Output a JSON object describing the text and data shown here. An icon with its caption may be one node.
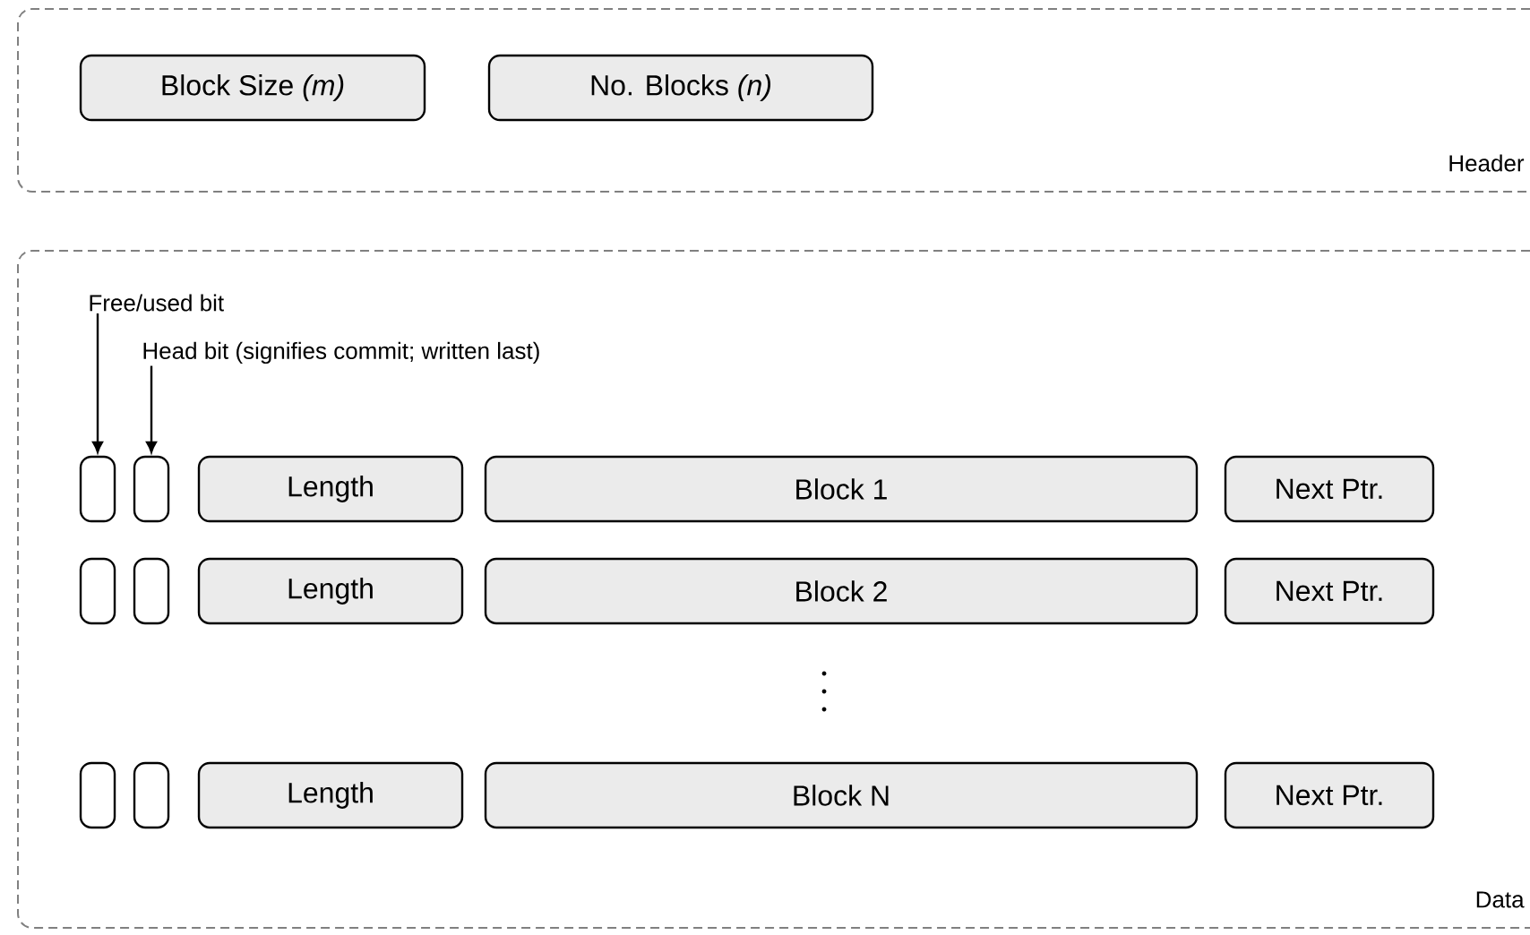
{
  "diagram": {
    "nodes": [
      {
        "text": [
          "Header"
        ]
      },
      {
        "text": [
          "Block Size *(m)*"
        ],
        "in": 0
      },
      {
        "text": [
          "No. Blocks *(n)*"
        ],
        "in": 0
      },
      {
        "text": [
          "Data"
        ]
      },
      {
        "text": [
          "Free/used bit"
        ],
        "in": 3
      },
      {
        "text": [
          "Head bit (signifies commit; written last)"
        ],
        "in": 3
      },
      {
        "text": [],
        "shape": "box",
        "in": 3
      },
      {
        "text": [],
        "shape": "box",
        "in": 3
      },
      {
        "text": [
          "Length"
        ],
        "in": 3
      },
      {
        "text": [
          "Block 1"
        ],
        "in": 3
      },
      {
        "text": [
          "Next Ptr."
        ],
        "in": 3
      },
      {
        "text": [],
        "shape": "box",
        "in": 3
      },
      {
        "text": [],
        "shape": "box",
        "in": 3
      },
      {
        "text": [
          "Length"
        ],
        "in": 3
      },
      {
        "text": [
          "Block 2"
        ],
        "in": 3
      },
      {
        "text": [
          "Next Ptr."
        ],
        "in": 3
      },
      {
        "text": [],
        "shape": "box",
        "in": 3
      },
      {
        "text": [],
        "shape": "box",
        "in": 3
      },
      {
        "text": [
          "Length"
        ],
        "in": 3
      },
      {
        "text": [
          "Block N"
        ],
        "in": 3
      },
      {
        "text": [
          "Next Ptr."
        ],
        "in": 3
      }
    ],
    "edges": [
      {
        "from": 4,
        "to": 6,
        "arrow": "to"
      },
      {
        "from": 5,
        "to": 7,
        "arrow": "to"
      }
    ]
  }
}
